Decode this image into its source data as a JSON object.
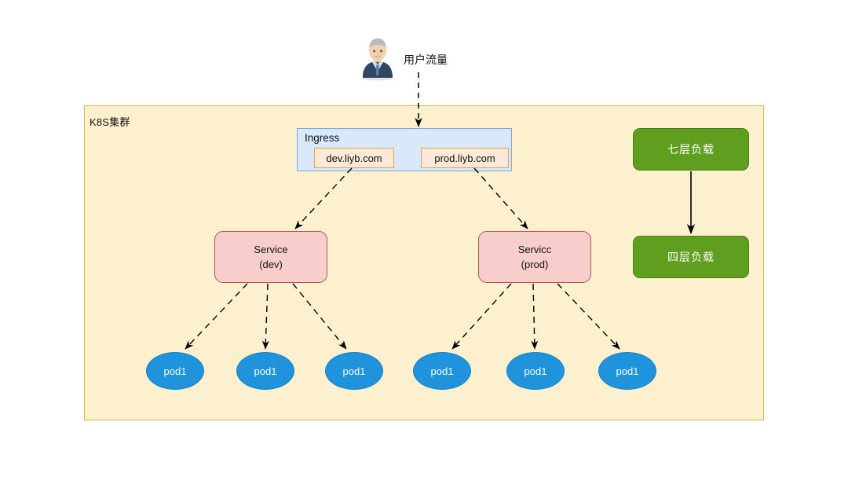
{
  "diagram": {
    "title": "K8S Ingress traffic routing diagram",
    "background": "#ffffff"
  },
  "actor": {
    "icon": "businessman-avatar-icon",
    "label": "用户流量"
  },
  "cluster": {
    "label": "K8S集群",
    "fill": "#fdf0ce",
    "stroke": "#d6b656"
  },
  "ingress": {
    "title": "Ingress",
    "fill": "#dae8fc",
    "stroke": "#7ea6e0",
    "hosts": [
      {
        "label": "dev.liyb.com",
        "fill": "#fde9d9",
        "stroke": "#e8a33d"
      },
      {
        "label": "prod.liyb.com",
        "fill": "#fde9d9",
        "stroke": "#e8a33d"
      }
    ]
  },
  "services": [
    {
      "line1": "Service",
      "line2": "(dev)",
      "fill": "#f8cecc",
      "stroke": "#b85450"
    },
    {
      "line1": "Servicc",
      "line2": "(prod)",
      "fill": "#f8cecc",
      "stroke": "#b85450"
    }
  ],
  "load_balancers": [
    {
      "label": "七层负载",
      "fill": "#5f9e1e",
      "stroke": "#4a7c16"
    },
    {
      "label": "四层负载",
      "fill": "#5f9e1e",
      "stroke": "#4a7c16"
    }
  ],
  "pods": [
    {
      "label": "pod1",
      "group": "dev"
    },
    {
      "label": "pod1",
      "group": "dev"
    },
    {
      "label": "pod1",
      "group": "dev"
    },
    {
      "label": "pod1",
      "group": "prod"
    },
    {
      "label": "pod1",
      "group": "prod"
    },
    {
      "label": "pod1",
      "group": "prod"
    }
  ],
  "pod_style": {
    "fill": "#1f94dd",
    "stroke": "#1680c2",
    "text": "#ffffff"
  },
  "edges": {
    "style_dashed": "dashed",
    "style_solid": "solid",
    "stroke": "#000000"
  }
}
